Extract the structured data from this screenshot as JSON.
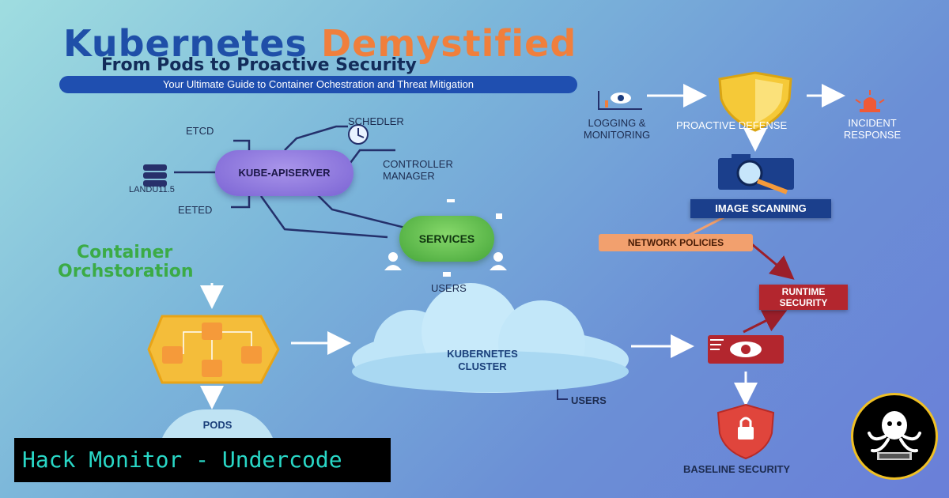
{
  "header": {
    "title_part1": "Kubernetes",
    "title_part2": "Demystified",
    "subtitle": "From Pods to Proactive Security",
    "tagline": "Your Ultimate Guide to Container Ochestration and Threat Mitigation"
  },
  "control_plane": {
    "etcd": "ETCD",
    "eeted": "EETED",
    "db_label": "LANDU11.5",
    "scheduler": "SCHEDLER",
    "controller_line1": "CONTROLLER",
    "controller_line2": "MANAGER",
    "apiserver": "KUBE-APISERVER",
    "services": "SERVICES",
    "users": "USERS"
  },
  "orchestration": {
    "line1": "Container",
    "line2": "Orchstoration",
    "pods": "PODS"
  },
  "cluster": {
    "line1": "KUBERNETES",
    "line2": "CLUSTER",
    "users": "USERS"
  },
  "security": {
    "logging_line1": "LOGGING &",
    "logging_line2": "MONITORING",
    "proactive": "PROACTIVE DEFENSE",
    "incident_line1": "INCIDENT",
    "incident_line2": "RESPONSE",
    "image_scanning": "IMAGE SCANNING",
    "network_policies": "NETWORK POLICIES",
    "runtime_line1": "RUNTIME",
    "runtime_line2": "SECURITY",
    "baseline": "BASELINE SECURITY"
  },
  "footer": {
    "brand": "Hack Monitor - Undercode"
  },
  "colors": {
    "title_blue": "#1f4fa8",
    "title_orange": "#f07f3c",
    "apiserver_purple": "#7b64d4",
    "services_green": "#46a63a",
    "orchestration_green": "#3bab46",
    "shield_yellow": "#f5c938",
    "runtime_red": "#b3262e",
    "footer_text": "#29d7c6"
  },
  "icons": [
    "server-icon",
    "clock-icon",
    "user-icon",
    "chart-eye-icon",
    "shield-icon",
    "alarm-icon",
    "magnifier-icon",
    "eye-icon",
    "lock-shield-icon",
    "octopus-logo"
  ]
}
